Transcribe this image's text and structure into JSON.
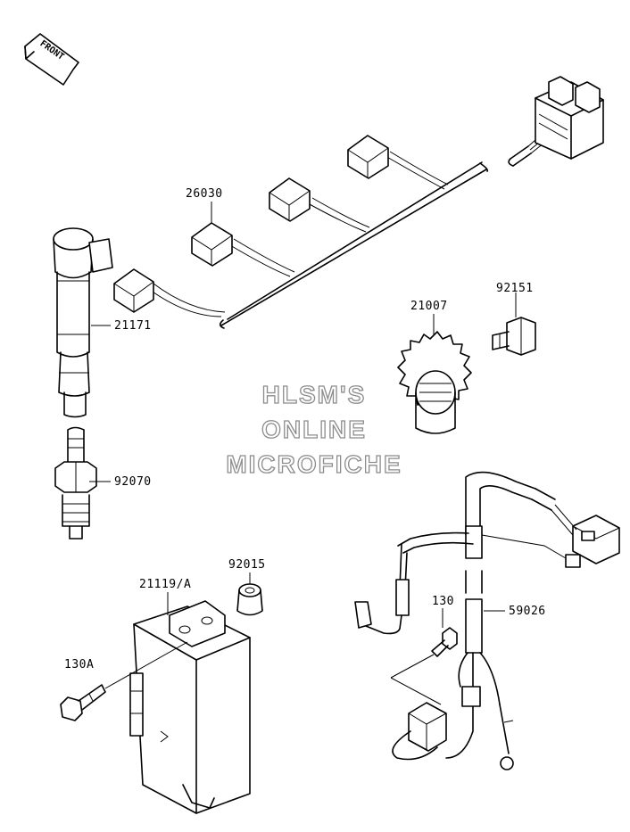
{
  "front_arrow": {
    "label": "FRONT",
    "icon": "front-arrow-icon"
  },
  "watermark": {
    "line1": "HLSM'S",
    "line2": "ONLINE",
    "line3": "MICROFICHE"
  },
  "parts": {
    "p26030": "26030",
    "p21171": "21171",
    "p21007": "21007",
    "p92151": "92151",
    "p92070": "92070",
    "p92015": "92015",
    "p21119A": "21119/A",
    "p130A": "130A",
    "p130": "130",
    "p59026": "59026"
  },
  "colors": {
    "line": "#000000",
    "watermark_outline": "#8c8c8c",
    "background": "#ffffff"
  }
}
